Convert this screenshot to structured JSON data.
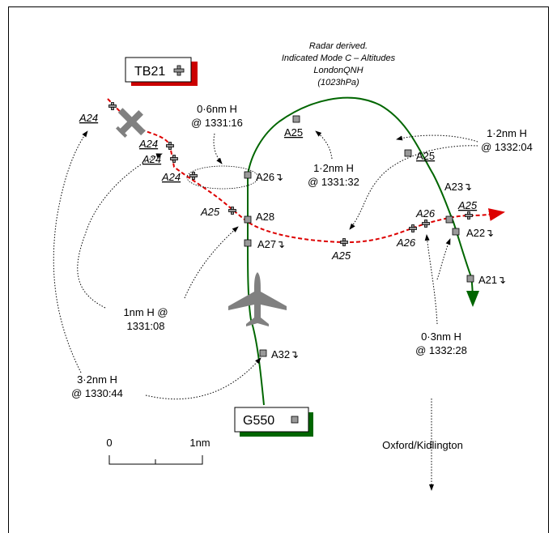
{
  "title_note": [
    "Radar derived.",
    "Indicated Mode C – Altitudes",
    "LondonQNH",
    "(1023hPa)"
  ],
  "aircraft": {
    "tb21": {
      "label": "TB21",
      "color": "#cc0000"
    },
    "g550": {
      "label": "G550",
      "color": "#006600"
    }
  },
  "tb21_labels": [
    "A24",
    "A24",
    "A24",
    "A24",
    "A25",
    "A25",
    "A26",
    "A26",
    "A25"
  ],
  "g550_labels": [
    "A25",
    "A25",
    "A26↴",
    "A28",
    "A27↴",
    "A23↴",
    "A22↴",
    "A21↴",
    "A32↴"
  ],
  "callouts": {
    "c1": [
      "0·6nm H",
      "@ 1331:16"
    ],
    "c2": [
      "1·2nm H",
      "@ 1331:32"
    ],
    "c3": [
      "1·2nm H",
      "@ 1332:04"
    ],
    "c4": [
      "1nm H @",
      "1331:08"
    ],
    "c5": [
      "0·3nm H",
      "@ 1332:28"
    ],
    "c6": [
      "3·2nm H",
      "@ 1330:44"
    ]
  },
  "scale": {
    "start": "0",
    "end": "1nm"
  },
  "airfield": "Oxford/Kidlington",
  "colors": {
    "tb21_track": "#dd0000",
    "g550_track": "#006600",
    "aircraft_silhouette": "#808080",
    "marker": "#999999"
  }
}
